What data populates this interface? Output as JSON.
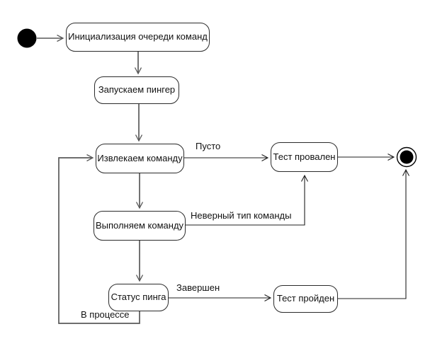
{
  "diagram": {
    "type": "uml-activity-diagram",
    "background": "#ffffff",
    "nodes": {
      "initial": {
        "type": "initial-state"
      },
      "init_queue": {
        "label": "Инициализация очереди команд"
      },
      "start_pinger": {
        "label": "Запускаем пингер"
      },
      "fetch_command": {
        "label": "Извлекаем команду"
      },
      "execute_command": {
        "label": "Выполняем команду"
      },
      "ping_status": {
        "label": "Статус пинга"
      },
      "test_failed": {
        "label": "Тест провален"
      },
      "test_passed": {
        "label": "Тест пройден"
      },
      "final": {
        "type": "final-state"
      }
    },
    "edge_labels": {
      "empty": "Пусто",
      "wrong_type": "Неверный тип команды",
      "finished": "Завершен",
      "in_progress": "В процессе"
    },
    "colors": {
      "node_border": "#2b2b2b",
      "node_fill": "#ffffff",
      "flow_line": "#595959",
      "condition_line": "#1f1f1f",
      "state_fill": "#000000",
      "text": "#111111"
    }
  }
}
